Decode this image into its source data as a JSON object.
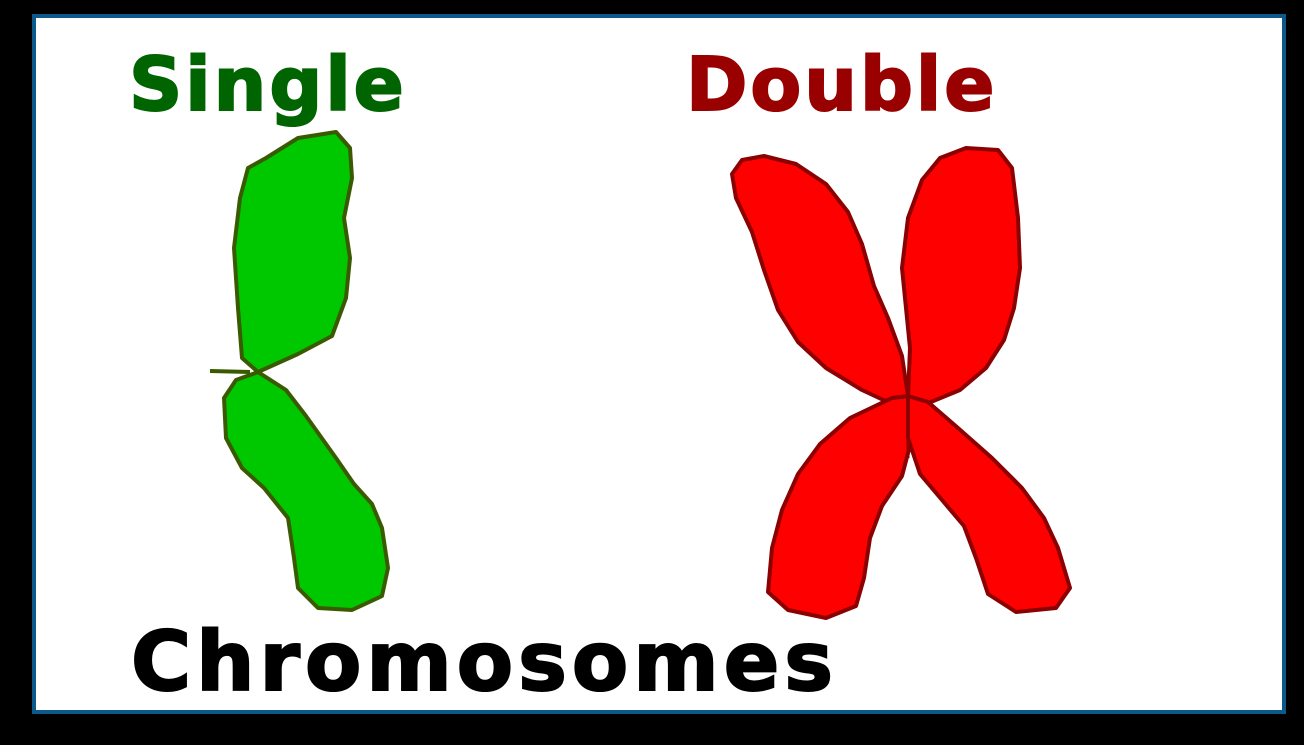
{
  "labels": {
    "single": "Single",
    "double": "Double",
    "chromosomes": "Chromosomes"
  },
  "colors": {
    "background": "#000000",
    "panel": "#ffffff",
    "panel_border": "#0b5a8a",
    "single_text": "#006400",
    "double_text": "#990000",
    "chromosomes_text": "#000000",
    "single_fill": "#00c800",
    "single_outline": "#3a5a00",
    "double_fill": "#ff0000",
    "double_outline": "#8b0000"
  }
}
